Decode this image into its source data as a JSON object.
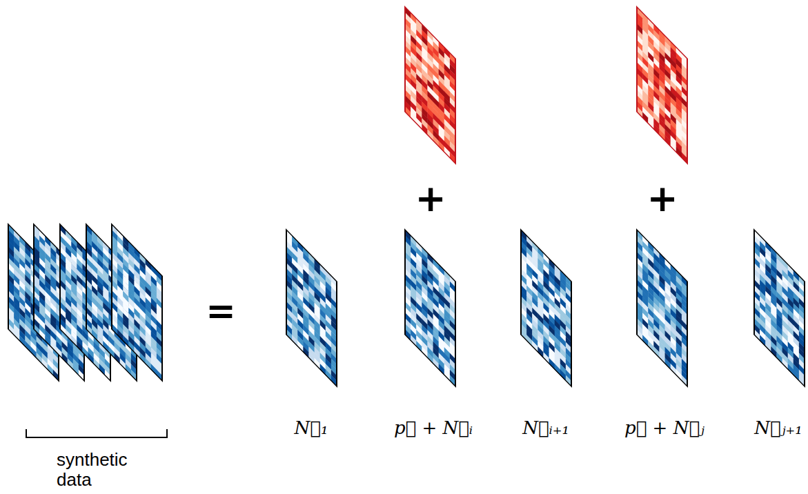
{
  "diagram": {
    "labels": [
      "=",
      "+",
      "+",
      "N⃗₁",
      "p⃗ + N⃗ᵢ",
      "N⃗ᵢ₊₁",
      "p⃗ + N⃗ⱼ",
      "N⃗ⱼ₊₁",
      "synthetic data"
    ]
  }
}
